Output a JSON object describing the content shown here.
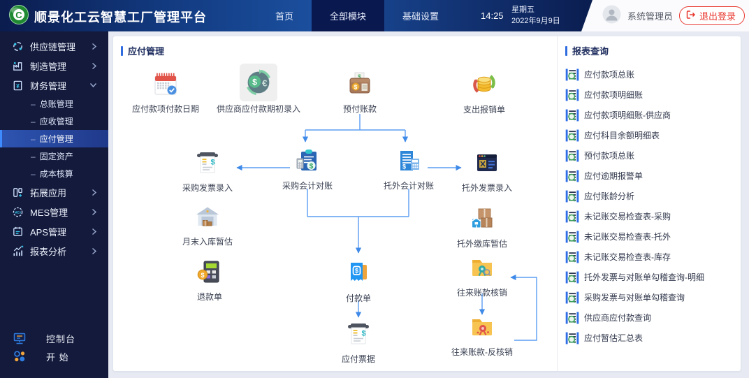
{
  "header": {
    "logo_letter": "C",
    "title": "顺景化工云智慧工厂管理平台",
    "nav": [
      {
        "label": "首页",
        "active": false
      },
      {
        "label": "全部模块",
        "active": true
      },
      {
        "label": "基础设置",
        "active": false
      }
    ],
    "time": "14:25",
    "weekday": "星期五",
    "date": "2022年9月9日",
    "user": "系统管理员",
    "logout_label": "退出登录"
  },
  "sidebar": {
    "child_bullet": "–",
    "items": [
      {
        "icon": "chain-icon",
        "label": "供应链管理",
        "chevron": "right"
      },
      {
        "icon": "factory-icon",
        "label": "制造管理",
        "chevron": "right"
      },
      {
        "icon": "finance-icon",
        "label": "财务管理",
        "chevron": "down",
        "children": [
          {
            "label": "总账管理",
            "active": false
          },
          {
            "label": "应收管理",
            "active": false
          },
          {
            "label": "应付管理",
            "active": true
          },
          {
            "label": "固定资产",
            "active": false
          },
          {
            "label": "成本核算",
            "active": false
          }
        ]
      },
      {
        "icon": "extend-icon",
        "label": "拓展应用",
        "chevron": "right"
      },
      {
        "icon": "mes-icon",
        "label": "MES管理",
        "chevron": "right"
      },
      {
        "icon": "aps-icon",
        "label": "APS管理",
        "chevron": "right"
      },
      {
        "icon": "chart-icon",
        "label": "报表分析",
        "chevron": "right"
      }
    ],
    "bottom": [
      {
        "icon": "console-icon",
        "label": "控制台"
      },
      {
        "icon": "start-icon",
        "label": "开 始"
      }
    ]
  },
  "main": {
    "title": "应付管理",
    "nodes": [
      {
        "id": "pay-date",
        "icon": "calendar-check-icon",
        "label": "应付款项付款日期"
      },
      {
        "id": "opening-entry",
        "icon": "currency-exchange-icon",
        "label": "供应商应付款期初录入",
        "tile": true
      },
      {
        "id": "prepaid",
        "icon": "wallet-icon",
        "label": "预付账款"
      },
      {
        "id": "expense",
        "icon": "coins-refresh-icon",
        "label": "支出报销单"
      },
      {
        "id": "po-invoice",
        "icon": "printer-receipt-icon",
        "label": "采购发票录入"
      },
      {
        "id": "po-recon",
        "icon": "clipboard-calc-icon",
        "label": "采购会计对账"
      },
      {
        "id": "out-recon",
        "icon": "doc-calc-icon",
        "label": "托外会计对账"
      },
      {
        "id": "out-invoice",
        "icon": "browser-invoice-icon",
        "label": "托外发票录入"
      },
      {
        "id": "monthend-est",
        "icon": "warehouse-icon",
        "label": "月末入库暂估"
      },
      {
        "id": "out-store-est",
        "icon": "boxes-icon",
        "label": "托外缴库暂估"
      },
      {
        "id": "refund",
        "icon": "calculator-coin-icon",
        "label": "退款单"
      },
      {
        "id": "payment",
        "icon": "payment-receipt-icon",
        "label": "付款单"
      },
      {
        "id": "writeoff",
        "icon": "folder-seal-teal-icon",
        "label": "往来账款核销"
      },
      {
        "id": "payable-note",
        "icon": "printer-receipt-icon",
        "label": "应付票据"
      },
      {
        "id": "writeoff-rev",
        "icon": "folder-seal-red-icon",
        "label": "往来账款-反核销"
      }
    ]
  },
  "reports": {
    "title": "报表查询",
    "item_icon": "list-search-icon",
    "items": [
      "应付款项总账",
      "应付款项明细账",
      "应付款项明细账-供应商",
      "应付科目余额明细表",
      "预付款项总账",
      "应付逾期报警单",
      "应付账龄分析",
      "未记账交易检查表-采购",
      "未记账交易检查表-托外",
      "未记账交易检查表-库存",
      "托外发票与对账单勾稽查询-明细",
      "采购发票与对账单勾稽查询",
      "供应商应付款查询",
      "应付暂估汇总表"
    ]
  },
  "colors": {
    "header_blue": "#1b4f9e",
    "sidebar_bg": "#131a3c",
    "accent_blue": "#2f6ce0",
    "active_tab": "#0a1850",
    "connector": "#5b9df2",
    "logout_red": "#e8382f",
    "folder_yellow": "#f5bb3e",
    "seal_teal": "#2fa8a4",
    "seal_red": "#e0524a"
  }
}
